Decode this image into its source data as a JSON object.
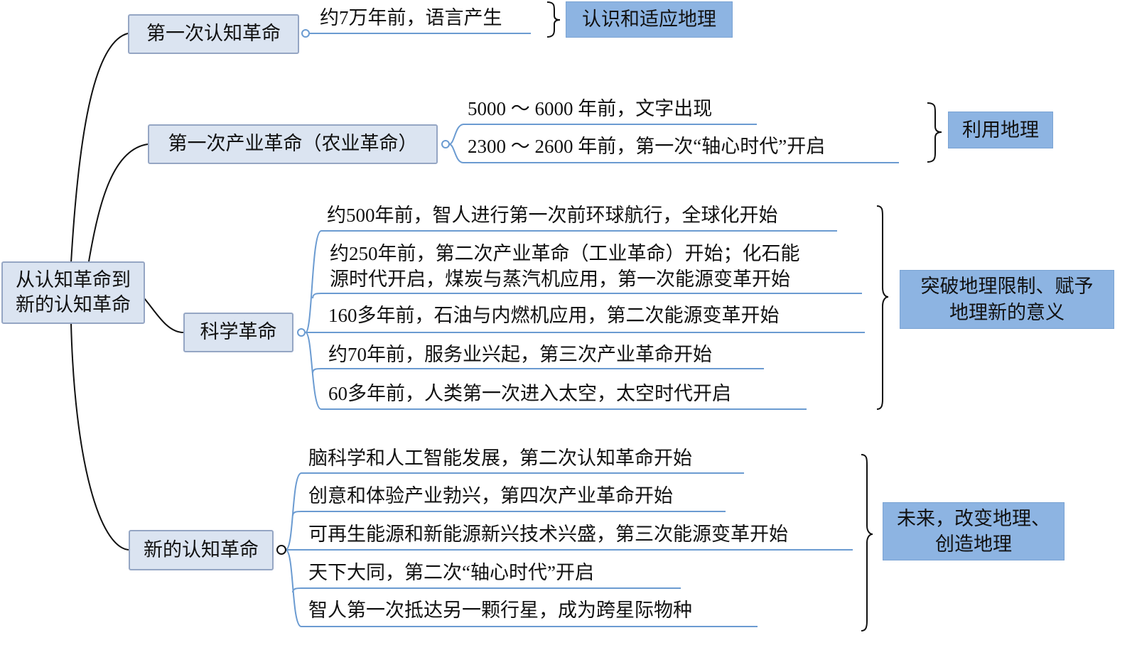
{
  "root": {
    "line1": "从认知革命到",
    "line2": "新的认知革命"
  },
  "branches": [
    {
      "label": "第一次认知革命",
      "items": [
        "约7万年前，语言产生"
      ],
      "summary": [
        "认识和适应地理"
      ]
    },
    {
      "label": "第一次产业革命（农业革命）",
      "items": [
        "5000 ～ 6000 年前，文字出现",
        "2300 ～ 2600 年前，第一次“轴心时代”开启"
      ],
      "summary": [
        "利用地理"
      ]
    },
    {
      "label": "科学革命",
      "items": [
        "约500年前，智人进行第一次前环球航行，全球化开始",
        "约250年前，第二次产业革命（工业革命）开始；化石能",
        "源时代开启，煤炭与蒸汽机应用，第一次能源变革开始",
        "160多年前，石油与内燃机应用，第二次能源变革开始",
        "约70年前，服务业兴起，第三次产业革命开始",
        "60多年前，人类第一次进入太空，太空时代开启"
      ],
      "summary": [
        "突破地理限制、赋予",
        "地理新的意义"
      ]
    },
    {
      "label": "新的认知革命",
      "items": [
        "脑科学和人工智能发展，第二次认知革命开始",
        "创意和体验产业勃兴，第四次产业革命开始",
        "可再生能源和新能源新兴技术兴盛，第三次能源变革开始",
        "天下大同，第二次“轴心时代”开启",
        "智人第一次抵达另一颗行星，成为跨星际物种"
      ],
      "summary": [
        "未来，改变地理、",
        "创造地理"
      ]
    }
  ],
  "colors": {
    "node_fill": "#dbe4f1",
    "summary_fill": "#8db4e2",
    "leaf_line": "#6b9bd1"
  }
}
